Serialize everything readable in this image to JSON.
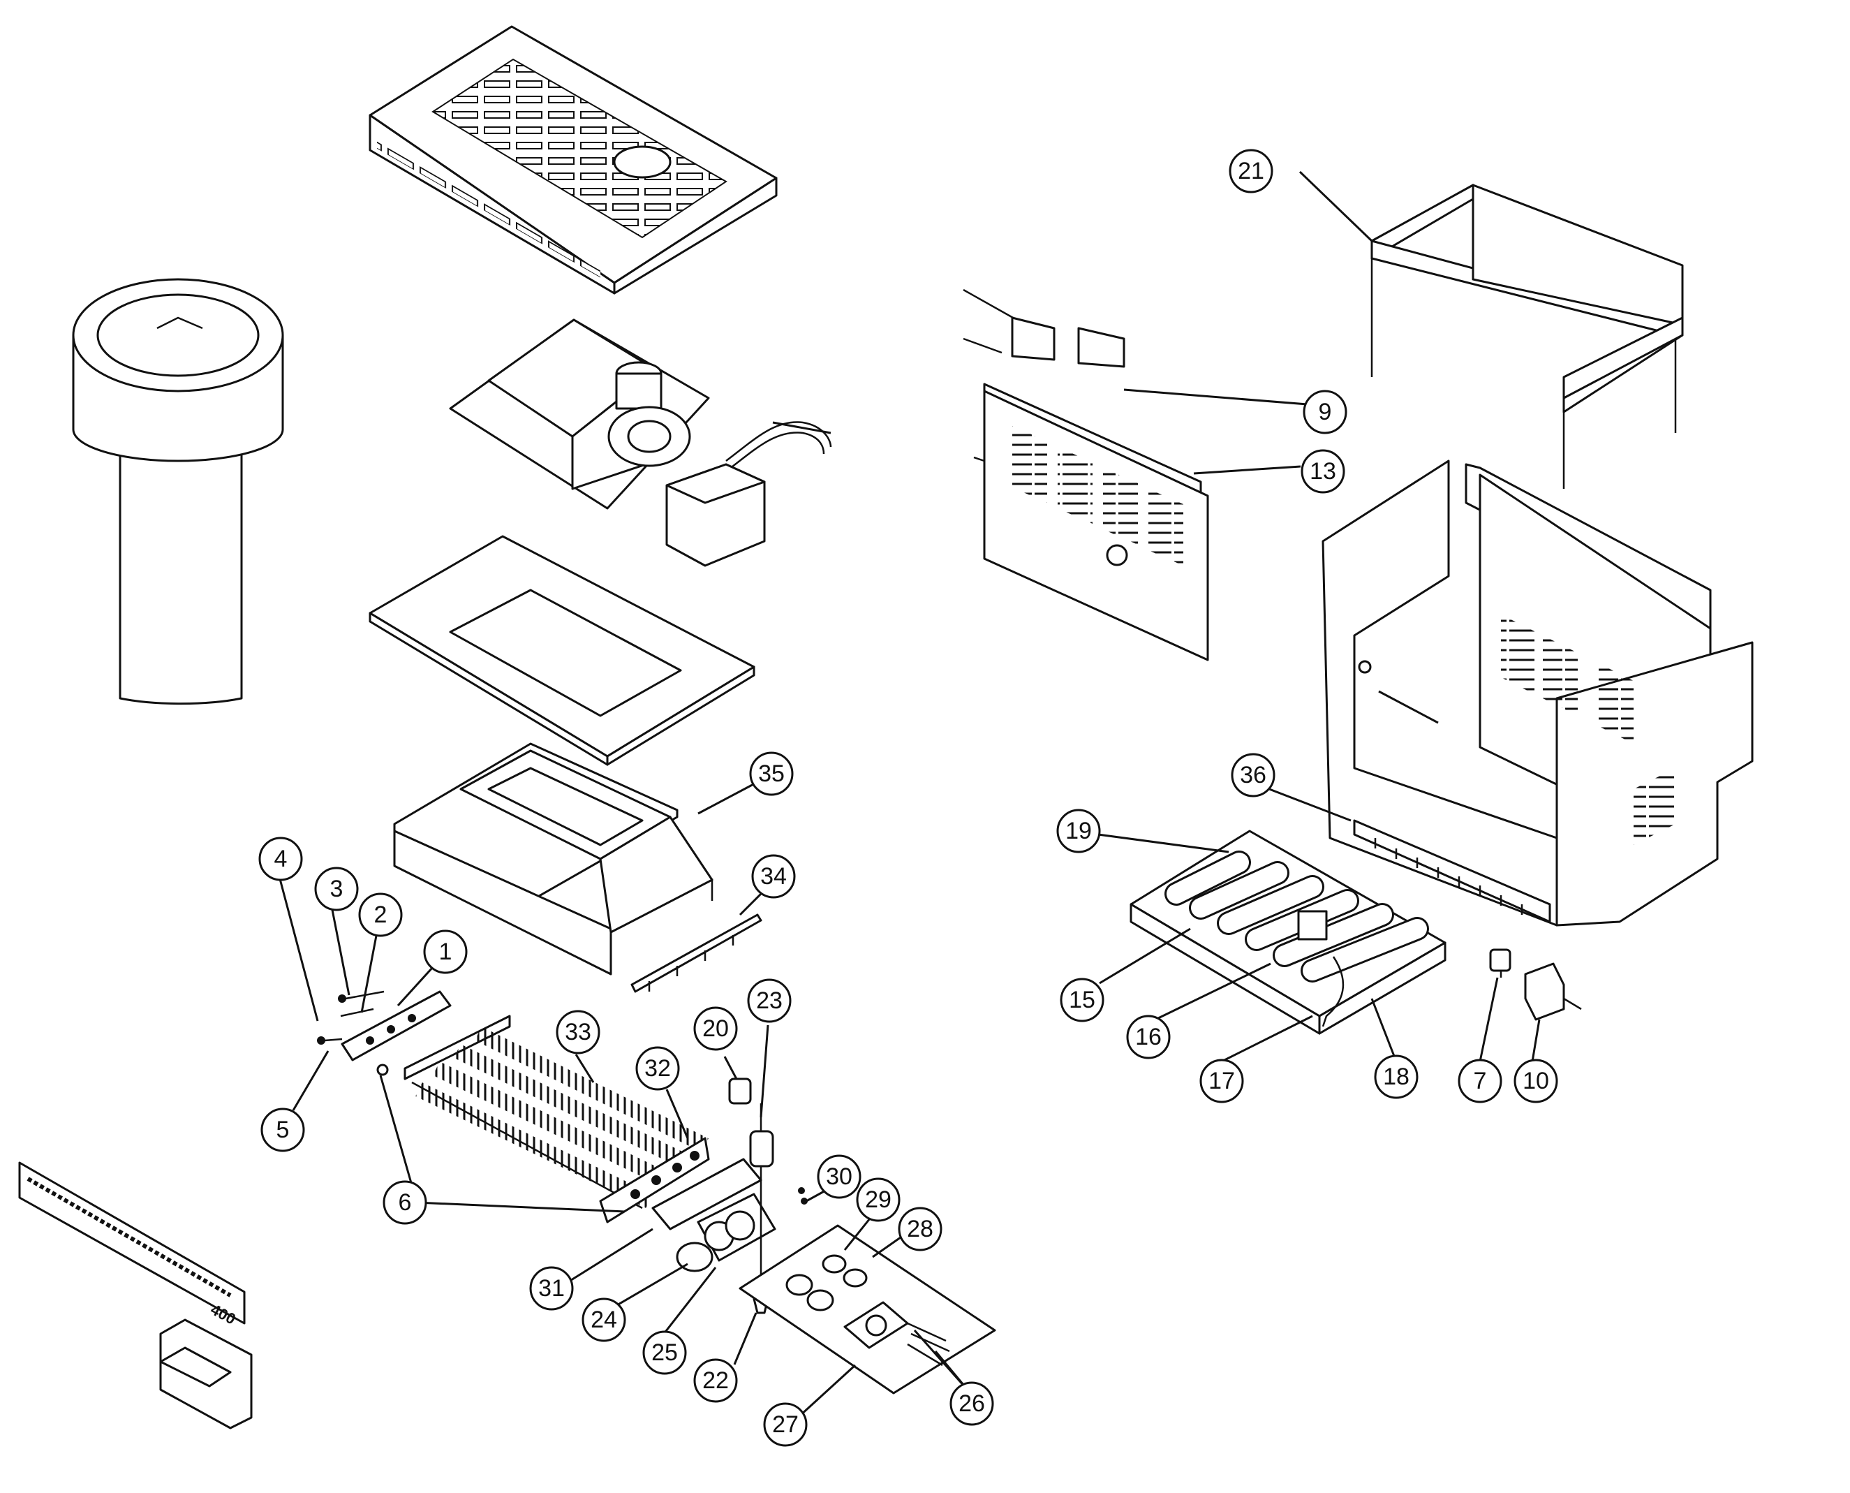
{
  "diagram": {
    "callout_labels": [
      "1",
      "2",
      "3",
      "4",
      "5",
      "6",
      "7",
      "9",
      "10",
      "13",
      "15",
      "16",
      "17",
      "18",
      "19",
      "20",
      "21",
      "22",
      "23",
      "24",
      "25",
      "26",
      "27",
      "28",
      "29",
      "30",
      "31",
      "32",
      "33",
      "34",
      "35",
      "36"
    ],
    "panel_badge": "400"
  }
}
